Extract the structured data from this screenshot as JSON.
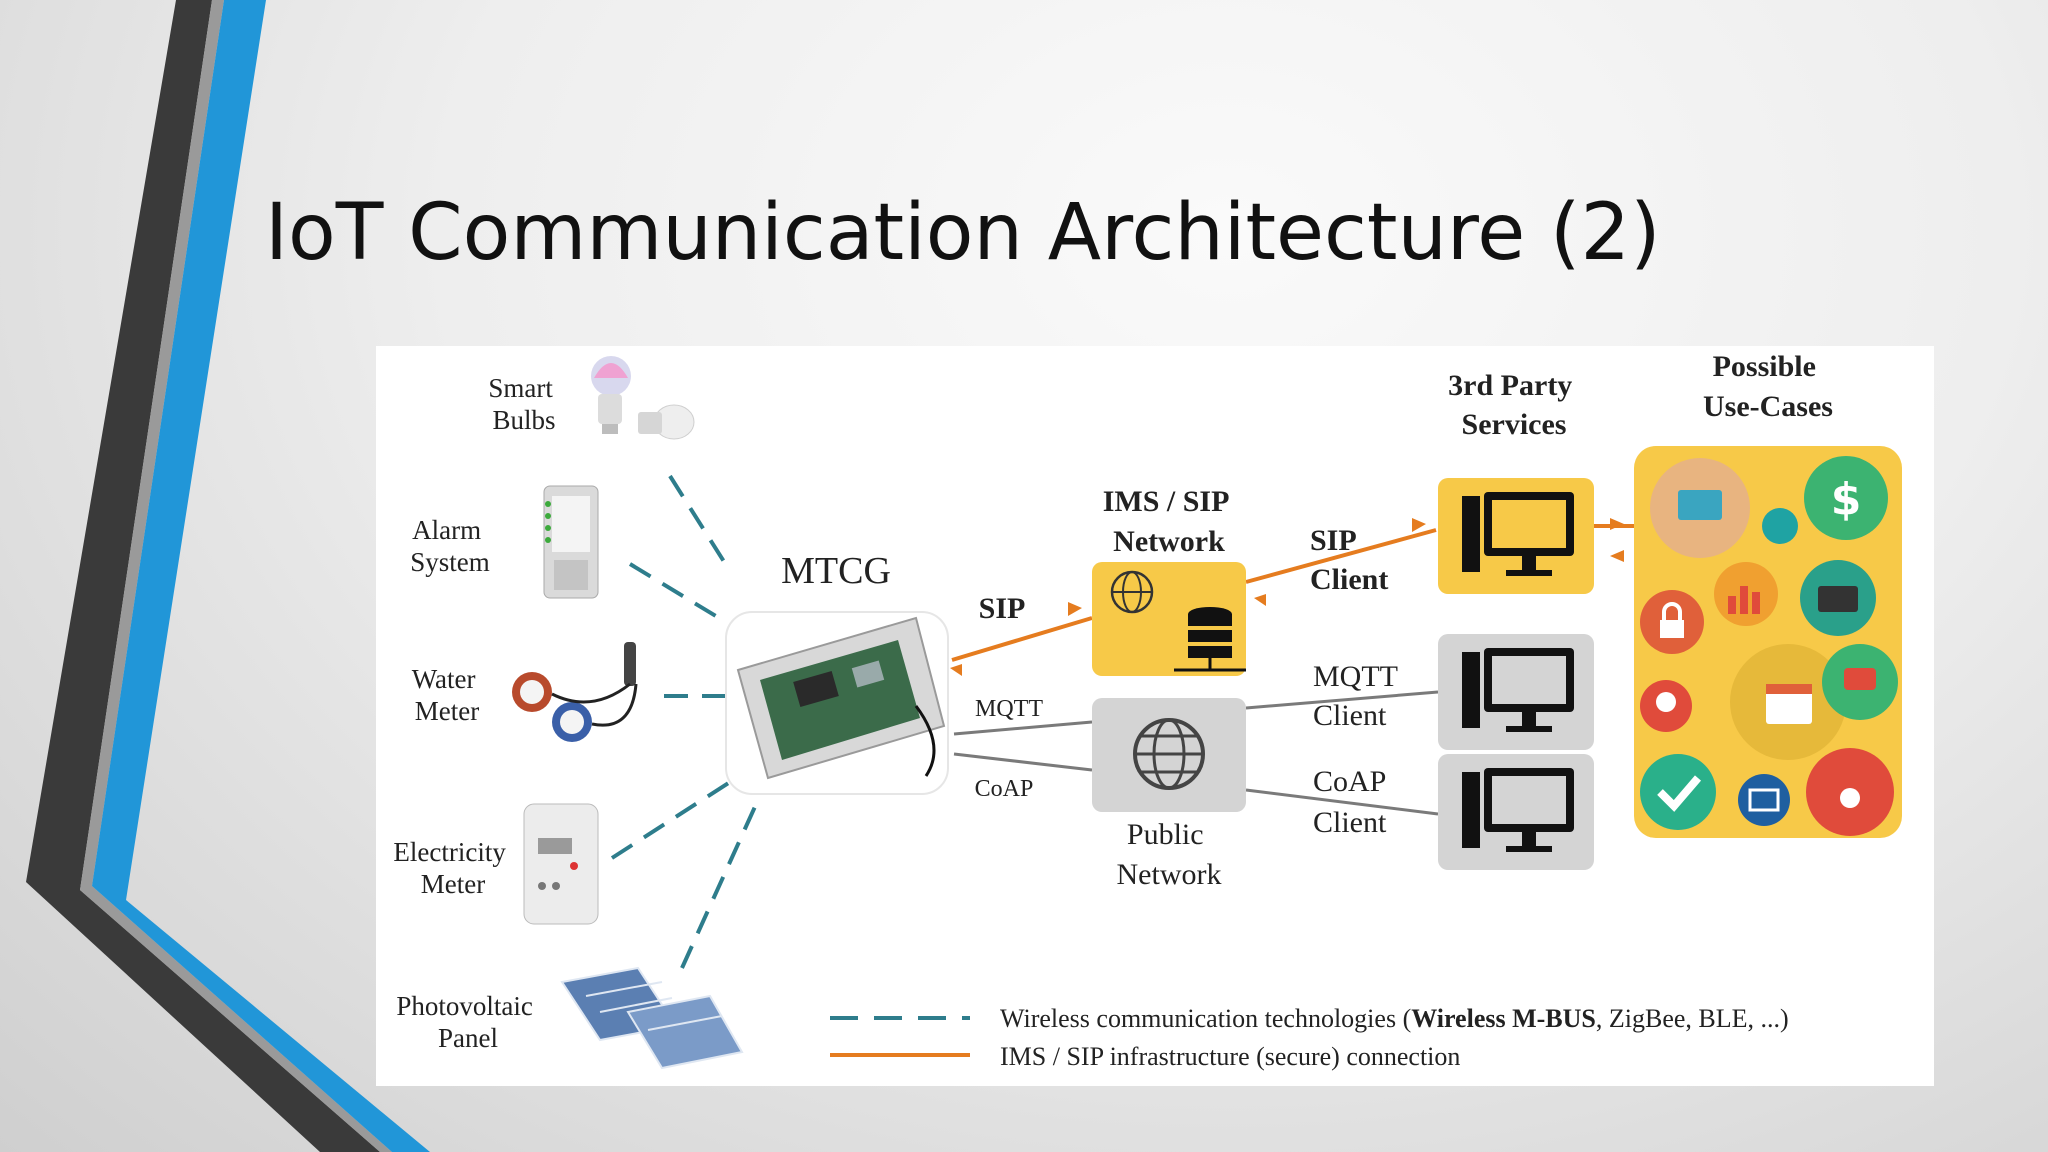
{
  "slide": {
    "title": "IoT Communication Architecture (2)"
  },
  "diagram": {
    "devices": {
      "smart_bulbs": [
        "Smart",
        "Bulbs"
      ],
      "alarm_system": [
        "Alarm",
        "System"
      ],
      "water_meter": [
        "Water",
        "Meter"
      ],
      "electricity_meter": [
        "Electricity",
        "Meter"
      ],
      "photovoltaic_panel": [
        "Photovoltaic",
        "Panel"
      ]
    },
    "gateway": "MTCG",
    "ims_sip_network": [
      "IMS / SIP",
      "Network"
    ],
    "public_network": [
      "Public",
      "Network"
    ],
    "links": {
      "sip": "SIP",
      "mqtt": "MQTT",
      "coap": "CoAP"
    },
    "clients": {
      "sip_client": [
        "SIP",
        "Client"
      ],
      "mqtt_client": [
        "MQTT",
        "Client"
      ],
      "coap_client": [
        "CoAP",
        "Client"
      ]
    },
    "third_party": [
      "3rd Party",
      "Services"
    ],
    "use_cases": [
      "Possible",
      "Use-Cases"
    ],
    "legend": {
      "wireless_prefix": "Wireless communication technologies (",
      "wireless_bold": "Wireless M-BUS",
      "wireless_suffix": ", ZigBee, BLE, ...)",
      "ims": "IMS / SIP infrastructure (secure) connection"
    },
    "colors": {
      "accent_blue": "#2196d8",
      "dark_stripe": "#3a3a3a",
      "orange": "#e57c1f",
      "teal_dash": "#2e7d8c",
      "yellow": "#f7c948",
      "gray_box": "#d4d4d4"
    }
  }
}
